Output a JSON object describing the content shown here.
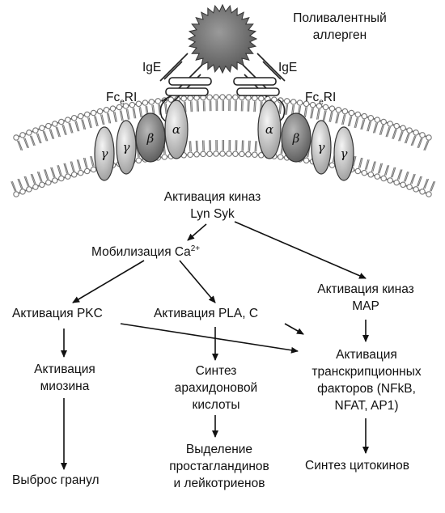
{
  "allergen": {
    "label_line1": "Поливалентный",
    "label_line2": "аллерген"
  },
  "receptor": {
    "ige_left": "IgE",
    "ige_right": "IgE",
    "fc_prefix": "Fc",
    "fc_sub": "e",
    "fc_suffix": "RI",
    "alpha": "α",
    "beta": "β",
    "gamma": "γ"
  },
  "nodes": {
    "kinase_line1": "Активация киназ",
    "kinase_line2": "Lyn Syk",
    "ca_text": "Мобилизация Ca",
    "ca_sup": "2+",
    "pkc": "Активация PKC",
    "pla": "Активация PLA, C",
    "map_line1": "Активация киназ",
    "map_line2": "MAP",
    "myosin_line1": "Активация",
    "myosin_line2": "миозина",
    "arach_line1": "Синтез",
    "arach_line2": "арахидоновой",
    "arach_line3": "кислоты",
    "tf_line1": "Активация",
    "tf_line2": "транскрипционных",
    "tf_line3": "факторов (NFkB,",
    "tf_line4": "NFAT, AP1)",
    "granules": "Выброс гранул",
    "prost_line1": "Выделение",
    "prost_line2": "простагландинов",
    "prost_line3": "и лейкотриенов",
    "cytokines": "Синтез цитокинов"
  }
}
